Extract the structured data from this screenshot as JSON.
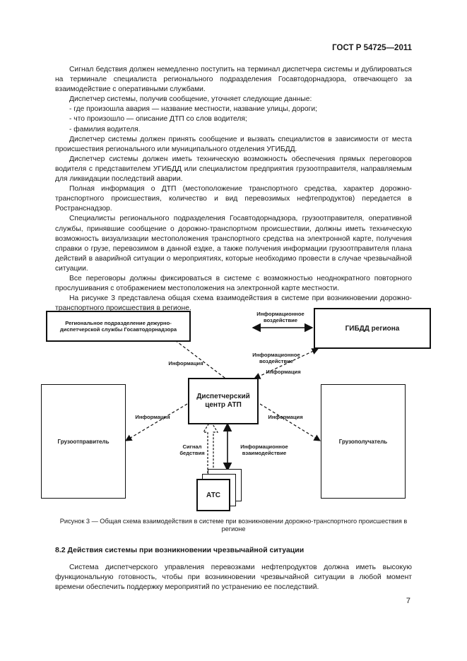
{
  "header": {
    "doc_id": "ГОСТ Р 54725—2011"
  },
  "paragraphs": [
    "Сигнал бедствия должен немедленно поступить на терминал диспетчера системы и дублироваться на терминале специалиста регионального подразделения Госавтодорнадзора, отвечающего за взаимодействие с оперативными службами.",
    "Диспетчер системы, получив сообщение, уточняет следующие данные:",
    "- где произошла авария — название местности, название улицы, дороги;",
    "- что произошло — описание ДТП со слов водителя;",
    "- фамилия водителя.",
    "Диспетчер системы должен принять сообщение и вызвать специалистов в зависимости от места происшествия регионального или муниципального отделения УГИБДД.",
    "Диспетчер системы должен иметь техническую возможность обеспечения прямых переговоров водителя с представителем УГИБДД или специалистом предприятия грузоотправителя, направляемым для ликвидации последствий аварии.",
    "Полная информация о ДТП (местоположение транспортного средства, характер дорожно-транспортного происшествия, количество и вид перевозимых нефтепродуктов) передается в Ространснадзор.",
    "Специалисты регионального подразделения Госавтодорнадзора, грузоотправителя, оперативной службы, принявшие сообщение о дорожно-транспортном происшествии, должны иметь техническую возможность визуализации местоположения транспортного средства на электронной карте, получения справки о грузе, перевозимом в данной ездке, а также получения информации грузоотправителя плана действий в аварийной ситуации о мероприятиях, которые необходимо провести в случае чрезвычайной ситуации.",
    "Все переговоры должны фиксироваться в системе с возможностью неоднократного повторного прослушивания с отображением местоположения на электронной карте местности.",
    "На рисунке 3 представлена общая схема взаимодействия в системе при возникновении дорожно-транспортного происшествия в регионе."
  ],
  "diagram": {
    "box_regional": "Региональное подразделение дежурно-диспетчерской службы Госавтодорнадзора",
    "box_gibdd": "ГИБДД региона",
    "box_center": "Диспетчерский центр АТП",
    "box_shipper": "Грузоотправитель",
    "box_receiver": "Грузополучатель",
    "box_ats": "АТС",
    "label_info_interaction_top": "Информационное воздействие",
    "label_info_left_top": "Информация",
    "label_info_interaction_right": "Информационное воздействие",
    "label_info_right_mid": "Информация",
    "label_info_left": "Информация",
    "label_info_right": "Информация",
    "label_distress": "Сигнал бедствия",
    "label_info_interaction_bottom": "Информационное взаимодействие"
  },
  "caption": "Рисунок 3 — Общая схема взаимодействия в системе при возникновении дорожно-транспортного происшествия в регионе",
  "section": {
    "title": "8.2 Действия системы при возникновении чрезвычайной ситуации"
  },
  "section_paragraph": "Система диспетчерского управления перевозками нефтепродуктов должна иметь высокую функциональную готовность, чтобы при возникновении чрезвычайной ситуации в любой момент времени обеспечить поддержку мероприятий по устранению ее последствий.",
  "page_number": "7"
}
